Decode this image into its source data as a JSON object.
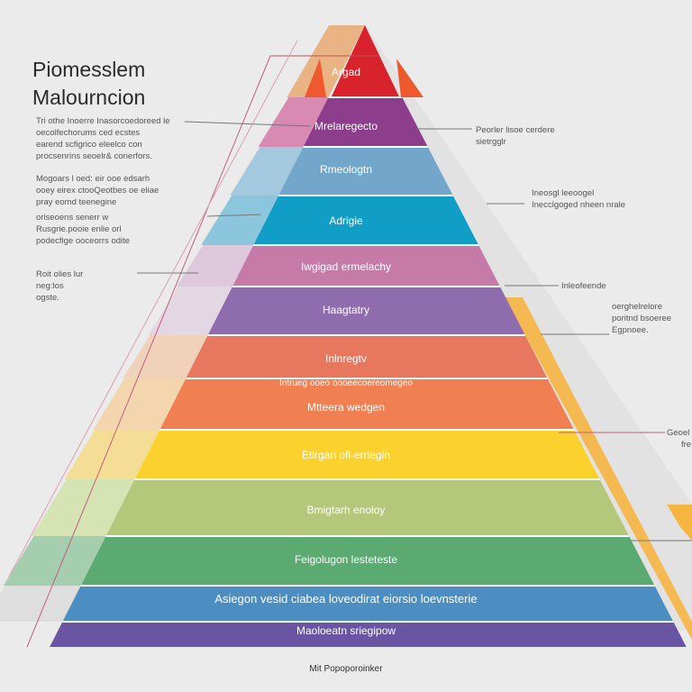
{
  "title": {
    "line1": "Piomesslem",
    "line2": "Malourncion"
  },
  "left_notes": [
    [
      "Tri othe Inoerre Inasorcoedoreed le",
      "oecolfechorums ced ecstes",
      "earend scfigrico eleelco con",
      "procsenrins seoelr& conerfors."
    ],
    [
      "Mogoars l oed: eir ooe edsarh",
      "ooey eirex ctooQeotbes oe eliae",
      "pray eomd teenegine"
    ],
    [
      "oriseoens senerr w",
      "Rusgrie.pooie enlie orl",
      "podecfige ooceorrs odite"
    ],
    [
      "Roit olies lur",
      "neg:los",
      "ogste."
    ]
  ],
  "right_notes": [
    [
      "Peorler lisoe cerdere",
      "sietrgglr"
    ],
    [
      "Ineosgl leeoogel",
      "Inecclgoged nheen nrale"
    ],
    [
      "Inleofeende"
    ],
    [
      "oerghelrelore",
      "poritnd bsoeree",
      "Egpnoee."
    ],
    [
      "Geoel",
      "fre"
    ]
  ],
  "layers": [
    {
      "label": "Argad",
      "color": "#d8232d"
    },
    {
      "label": "Mrelaregecto",
      "color": "#8c3e8c"
    },
    {
      "label": "Rmeologtn",
      "color": "#72a7cb"
    },
    {
      "label": "Adrigie",
      "color": "#119ec6"
    },
    {
      "label": "Iwgigad ermelachy",
      "color": "#c57aa7"
    },
    {
      "label": "Haagtatry",
      "color": "#8f6cae"
    },
    {
      "label": "Inlnregtv",
      "color": "#e7775f"
    },
    {
      "label": "Mtteera wedgen",
      "sublabel": "Intrueg ooeo oooeecoereomegeo",
      "color": "#f07f52"
    },
    {
      "label": "Etlrgan ofl-erriegin",
      "color": "#fbd12d"
    },
    {
      "label": "Bmigtarh enoloy",
      "color": "#b5c77a"
    },
    {
      "label": "Feigolugon lesteteste",
      "color": "#5aaa72"
    },
    {
      "label": "Asiegon vesid ciabea loveodirat eiorsio loevnsterie",
      "color": "#4d8ec2"
    },
    {
      "label": "Maoloeatn sriegipow",
      "color": "#6a55a2"
    }
  ],
  "footer": "Mit Popoporoinker"
}
